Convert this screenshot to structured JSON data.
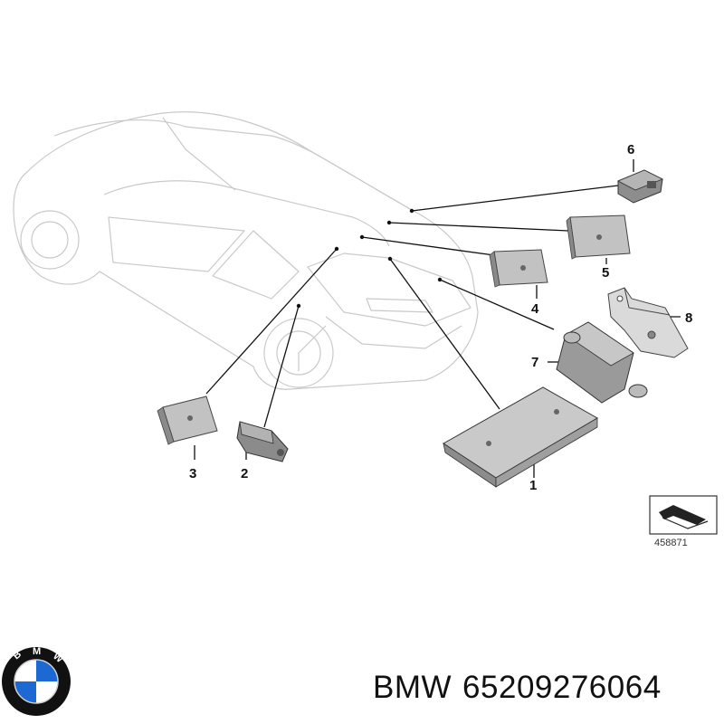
{
  "diagram": {
    "callouts": [
      "1",
      "2",
      "3",
      "4",
      "5",
      "6",
      "7",
      "8"
    ],
    "reference_number": "458871"
  },
  "caption": {
    "brand": "BMW",
    "part_number": "65209276064"
  },
  "logo": {
    "letters": "BMW",
    "colors": {
      "blue": "#1c69d4",
      "white": "#ffffff",
      "ring": "#111111"
    }
  }
}
